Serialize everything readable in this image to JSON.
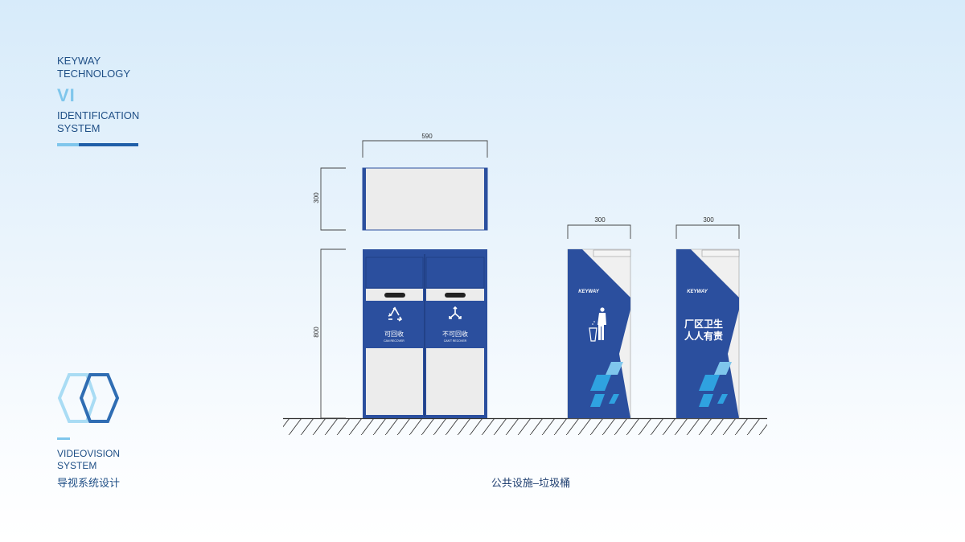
{
  "brand": {
    "line1": "KEYWAY",
    "line2": "TECHNOLOGY",
    "vi": "VI",
    "line3": "IDENTIFICATION",
    "line4": "SYSTEM"
  },
  "system": {
    "line1": "VIDEOVISION",
    "line2": "SYSTEM",
    "chinese": "导视系统设计"
  },
  "caption": "公共设施–垃圾桶",
  "dimensions": {
    "width_main": "590",
    "height_top": "300",
    "height_body": "800",
    "width_side1": "300",
    "width_side2": "300"
  },
  "bin_main": {
    "left_label": "可回收",
    "left_sub": "CAN RECOVER",
    "right_label": "不可回收",
    "right_sub": "CAN'T RECOVER"
  },
  "stand_logo": "KEYWAY",
  "slogan": {
    "line1": "厂区卫生",
    "line2": "人人有责"
  },
  "colors": {
    "accent": "#2b4f9e",
    "light_blue": "#7fc6ec",
    "dark_blue": "#1f5fa8",
    "cyan": "#2fa2e0"
  },
  "icons": [
    "hexagon-logo-icon",
    "recycle-icon",
    "non-recycle-icon",
    "trash-person-icon"
  ]
}
